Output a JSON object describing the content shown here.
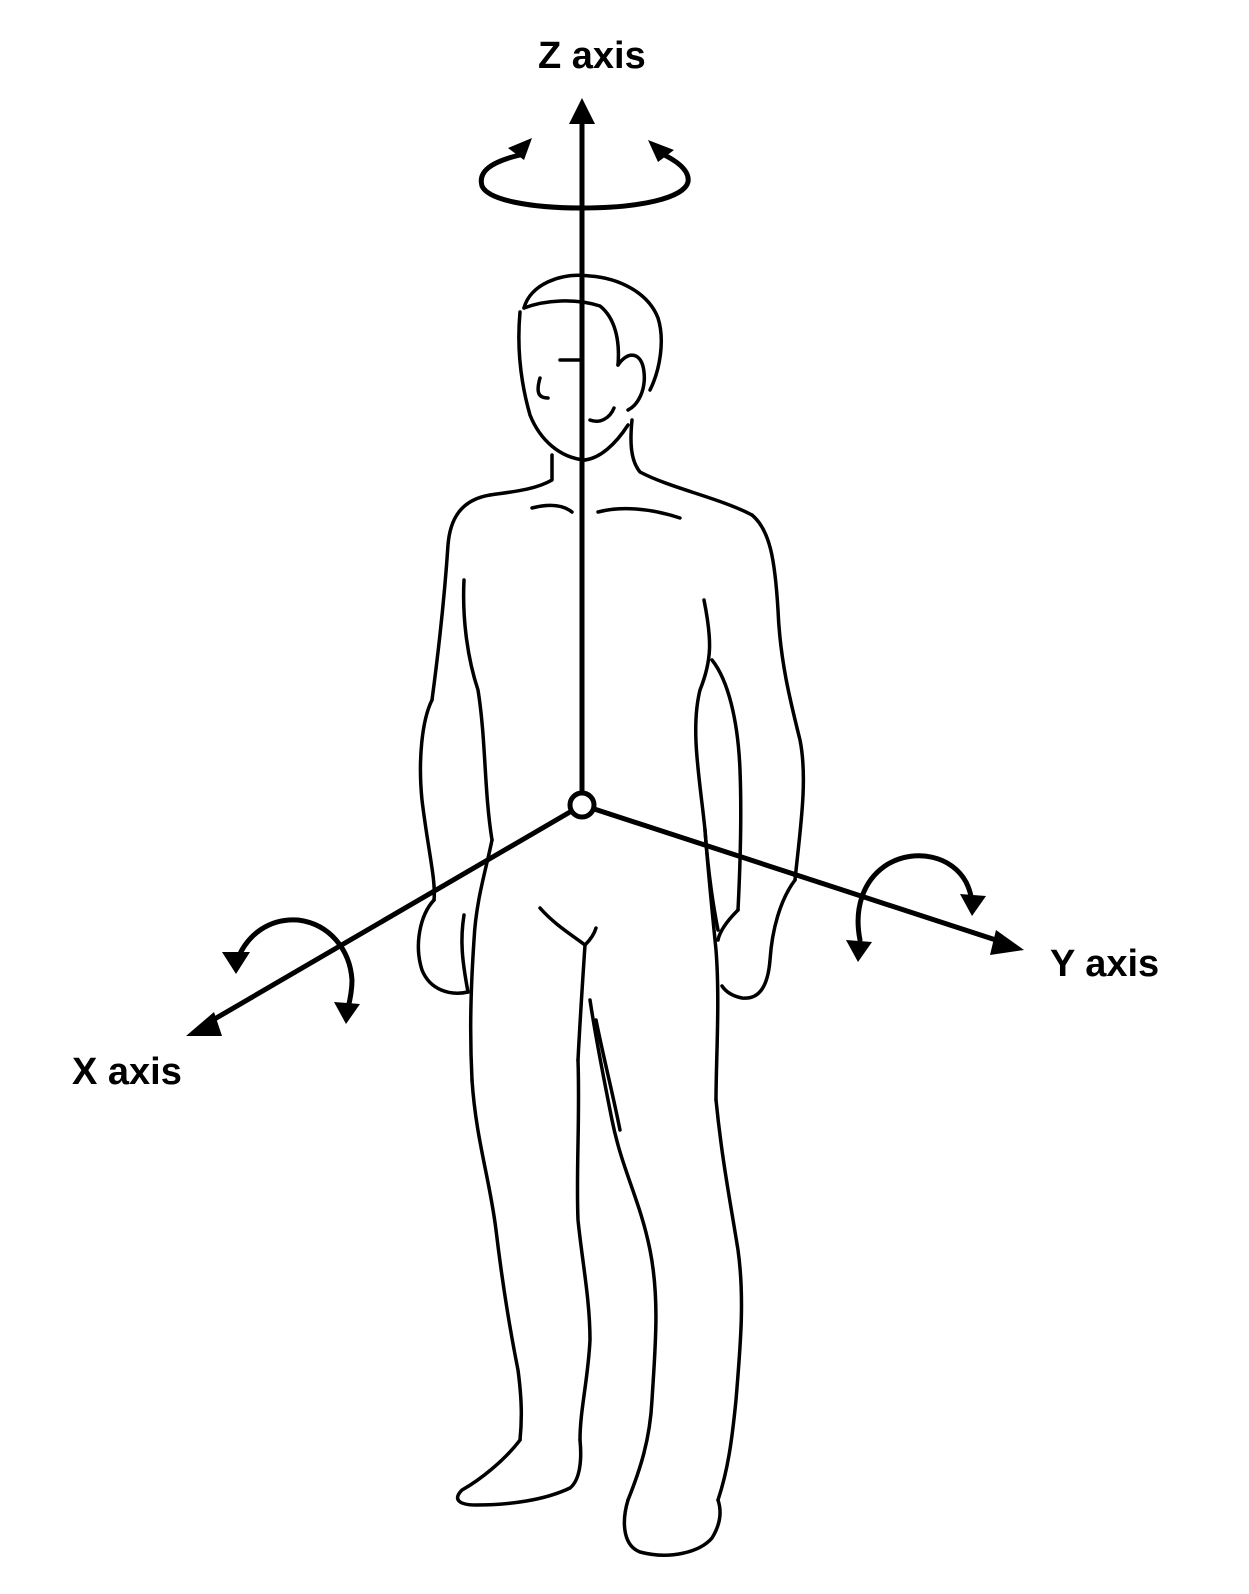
{
  "axes": {
    "z": {
      "label": "Z axis"
    },
    "y": {
      "label": "Y axis"
    },
    "x": {
      "label": "X axis"
    }
  },
  "colors": {
    "ink": "#000000",
    "background": "#ffffff"
  }
}
